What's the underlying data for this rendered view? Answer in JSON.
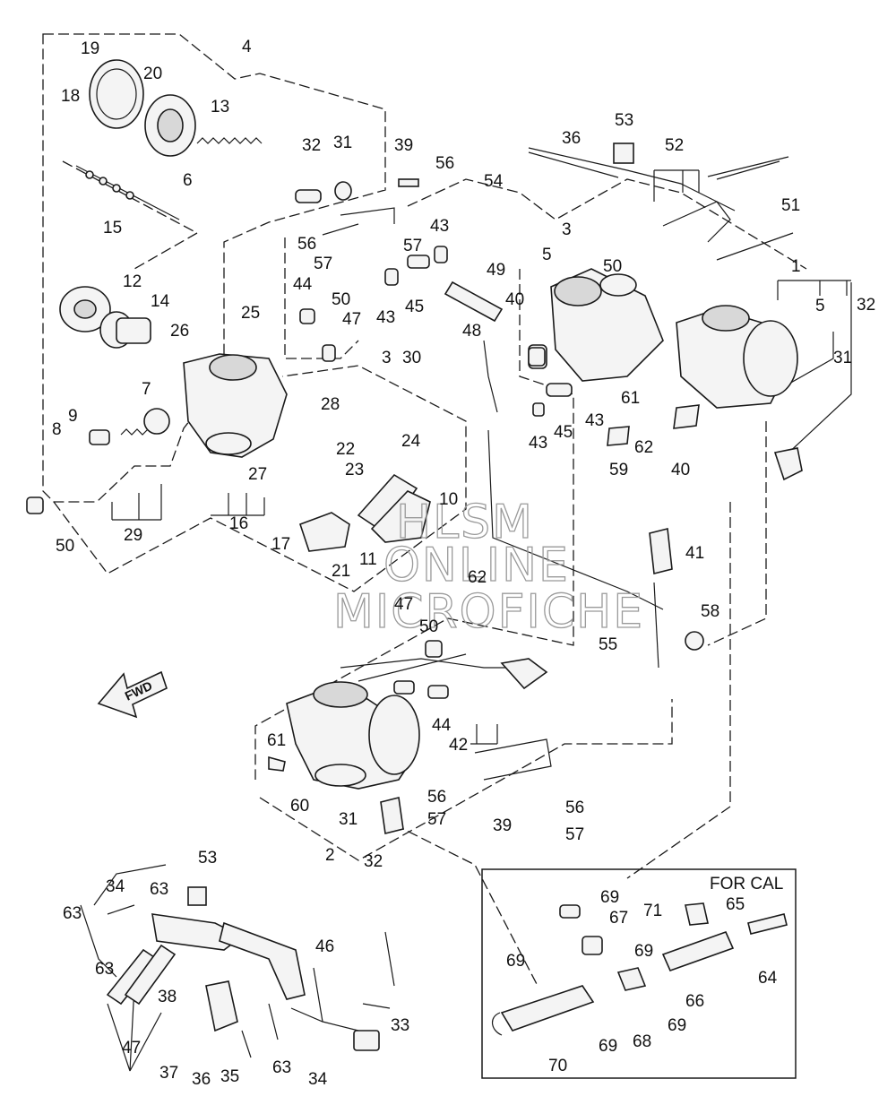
{
  "diagram": {
    "labels": {
      "l1": "1",
      "l2": "2",
      "l3a": "3",
      "l3b": "3",
      "l4": "4",
      "l5a": "5",
      "l5b": "5",
      "l6": "6",
      "l7": "7",
      "l8": "8",
      "l9": "9",
      "l10": "10",
      "l11": "11",
      "l12": "12",
      "l13": "13",
      "l14": "14",
      "l15": "15",
      "l16": "16",
      "l17": "17",
      "l18": "18",
      "l19": "19",
      "l20": "20",
      "l21": "21",
      "l22": "22",
      "l23": "23",
      "l24": "24",
      "l25": "25",
      "l26": "26",
      "l27": "27",
      "l28": "28",
      "l29": "29",
      "l30": "30",
      "l31a": "31",
      "l31b": "31",
      "l31c": "31",
      "l32a": "32",
      "l32b": "32",
      "l32c": "32",
      "l33": "33",
      "l34a": "34",
      "l34b": "34",
      "l35": "35",
      "l36a": "36",
      "l36b": "36",
      "l37": "37",
      "l38": "38",
      "l39a": "39",
      "l39b": "39",
      "l40a": "40",
      "l40b": "40",
      "l41": "41",
      "l42": "42",
      "l43a": "43",
      "l43b": "43",
      "l43c": "43",
      "l43d": "43",
      "l44a": "44",
      "l44b": "44",
      "l45a": "45",
      "l45b": "45",
      "l46": "46",
      "l47a": "47",
      "l47b": "47",
      "l47c": "47",
      "l48": "48",
      "l49": "49",
      "l50a": "50",
      "l50b": "50",
      "l50c": "50",
      "l50d": "50",
      "l51": "51",
      "l52": "52",
      "l53a": "53",
      "l53b": "53",
      "l54": "54",
      "l55": "55",
      "l56a": "56",
      "l56b": "56",
      "l56c": "56",
      "l56d": "56",
      "l57a": "57",
      "l57b": "57",
      "l57c": "57",
      "l57d": "57",
      "l58": "58",
      "l59": "59",
      "l60": "60",
      "l61a": "61",
      "l61b": "61",
      "l62a": "62",
      "l62b": "62",
      "l63a": "63",
      "l63b": "63",
      "l63c": "63",
      "l63d": "63",
      "l64": "64",
      "l65": "65",
      "l66": "66",
      "l67": "67",
      "l68": "68",
      "l69a": "69",
      "l69b": "69",
      "l69c": "69",
      "l69d": "69",
      "l69e": "69",
      "l70": "70",
      "l71": "71"
    },
    "fwd_label": "FWD",
    "cal_box_title": "FOR CAL",
    "watermark": [
      "HLSM",
      "ONLINE",
      "MICROFICHE"
    ]
  }
}
